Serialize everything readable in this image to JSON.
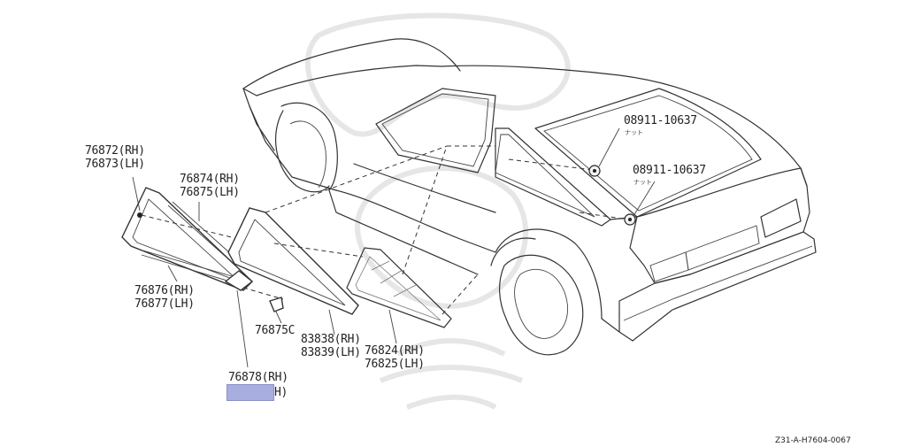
{
  "parts": {
    "p76872": {
      "line1": "76872(RH)",
      "line2": "76873(LH)"
    },
    "p76874": {
      "line1": "76874(RH)",
      "line2": "76875(LH)"
    },
    "p76876": {
      "line1": "76876(RH)",
      "line2": "76877(LH)"
    },
    "p76875C": {
      "line1": "76875C"
    },
    "p76878": {
      "line1": "76878(RH)",
      "line2": "H)"
    },
    "p83838": {
      "line1": "83838(RH)",
      "line2": "83839(LH)"
    },
    "p76824": {
      "line1": "76824(RH)",
      "line2": "76825(LH)"
    },
    "nut_upper": {
      "line1": "08911-10637",
      "kana": "ナット"
    },
    "nut_lower": {
      "line1": "08911-10637",
      "kana": "ナット"
    }
  },
  "reference": "Z31-A-H7604-0067",
  "redaction_color": "#a9aee0"
}
